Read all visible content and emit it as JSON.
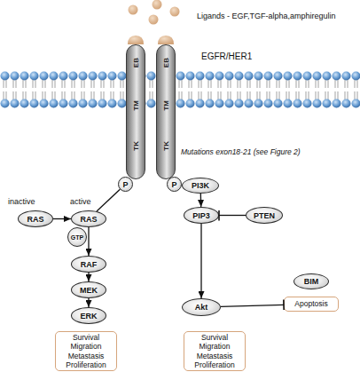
{
  "diagram": {
    "nodes": [
      {
        "text": [
          "EB",
          "TM",
          "TK"
        ]
      },
      {
        "text": [
          "EB",
          "TM",
          "TK"
        ]
      },
      {
        "text": [
          "P"
        ]
      },
      {
        "text": [
          "P"
        ]
      },
      {
        "text": [
          "inactive",
          "RAS"
        ]
      },
      {
        "text": [
          "active",
          "RAS"
        ]
      },
      {
        "text": [
          "GTP"
        ]
      },
      {
        "text": [
          "RAF"
        ]
      },
      {
        "text": [
          "MEK"
        ]
      },
      {
        "text": [
          "ERK"
        ]
      },
      {
        "text": [
          "Survival Migration Metastasis Proliferation"
        ]
      },
      {
        "text": [
          "PI3K"
        ]
      },
      {
        "text": [
          "PIP3"
        ]
      },
      {
        "text": [
          "PTEN"
        ]
      },
      {
        "text": [
          "BIM"
        ]
      },
      {
        "text": [
          "Akt"
        ]
      },
      {
        "text": [
          "Apoptosis"
        ]
      },
      {
        "text": [
          "Survival Migration Metastasis Proliferation"
        ]
      }
    ],
    "edges": [
      {
        "from": 2,
        "to": 5,
        "arrow": "none"
      },
      {
        "from": 4,
        "to": 5,
        "arrow": "to"
      },
      {
        "from": 5,
        "to": 7,
        "arrow": "to"
      },
      {
        "from": 7,
        "to": 8,
        "arrow": "to"
      },
      {
        "from": 8,
        "to": 9,
        "arrow": "to"
      },
      {
        "from": 3,
        "to": 11,
        "arrow": "none"
      },
      {
        "from": 11,
        "to": 12,
        "arrow": "to"
      },
      {
        "from": 13,
        "to": 12,
        "arrow": "to"
      },
      {
        "from": 12,
        "to": 15,
        "arrow": "to"
      },
      {
        "from": 15,
        "to": 16,
        "arrow": "to"
      }
    ],
    "labels": [
      "Ligands - EGF,TGF-alpha,amphiregulin",
      "EGFR/HER1",
      "Mutations exon18-21 (see Figure 2)"
    ]
  }
}
